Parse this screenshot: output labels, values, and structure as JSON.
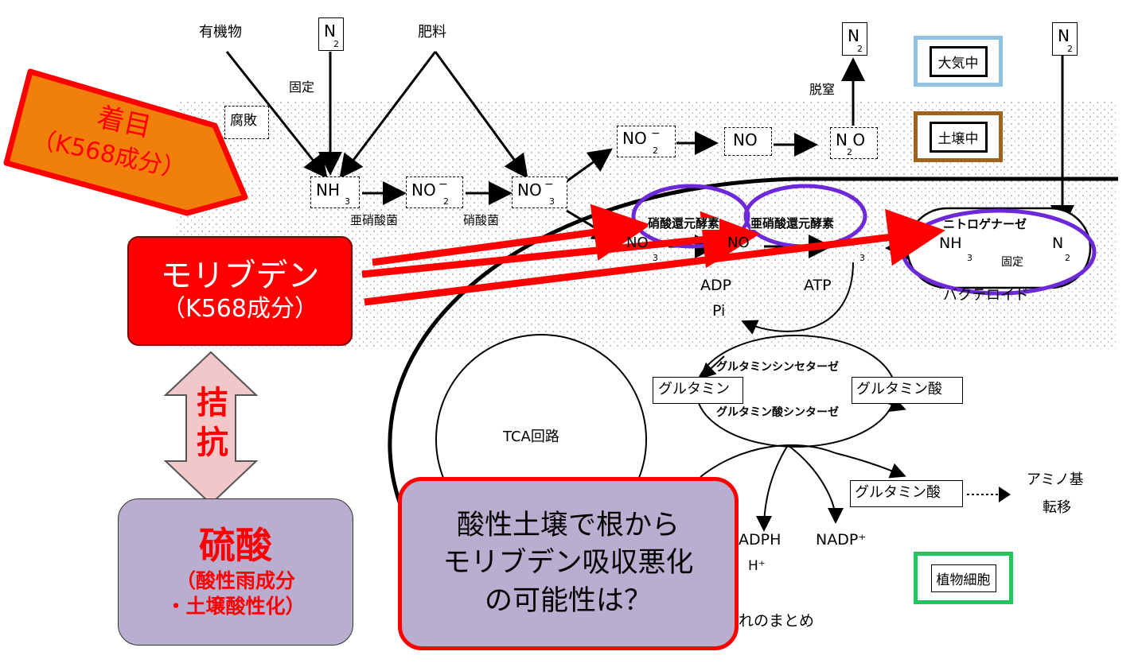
{
  "top": {
    "organic": "有機物",
    "fertilizer": "肥料",
    "fixation": "固定",
    "denitrification": "脱窒",
    "decay": "腐敗"
  },
  "species": {
    "n2": "N",
    "n2_sub": "2",
    "nh3": "NH",
    "nh3_sub": "3",
    "no2": "NO",
    "no2_sub": "2",
    "no3": "NO",
    "no3_sub": "3",
    "no": "NO",
    "n2o": "N O",
    "n2o_sub": "2",
    "minus": "−"
  },
  "bacteria": {
    "nitrite": "亜硝酸菌",
    "nitrate": "硝酸菌"
  },
  "enzymes": {
    "nitrate_reductase": "硝酸還元酵素",
    "nitrite_reductase": "亜硝酸還元酵素",
    "nitrogenase": "ニトロゲナーゼ",
    "bacteroid": "バクテロイド",
    "fixation": "固定"
  },
  "legend": {
    "atmosphere": "大気中",
    "atmosphere_color": "#8fc2e3",
    "soil": "土壌中",
    "soil_color": "#a0621d",
    "plant_cell": "植物細胞",
    "plant_cell_color": "#22c55e"
  },
  "cell": {
    "adp": "ADP",
    "pi": "Pi",
    "atp": "ATP",
    "gs": "グルタミンシンセターゼ",
    "gogat": "グルタミン酸シンターゼ",
    "glutamine": "グルタミン",
    "glutamate": "グルタミン酸",
    "glutamate2": "グルタミン酸",
    "tca": "TCA回路",
    "nadph": "ADPH",
    "hplus": "H⁺",
    "nadp": "NADP⁺",
    "amino": "アミノ基",
    "transfer": "転移",
    "caption": "れのまとめ"
  },
  "callouts": {
    "focus_line1": "着目",
    "focus_line2": "（K568成分）",
    "moly_line1": "モリブデン",
    "moly_line2": "（K568成分）",
    "antagonism_1": "拮",
    "antagonism_2": "抗",
    "sulfuric_title": "硫酸",
    "sulfuric_line1": "（酸性雨成分",
    "sulfuric_line2": "・土壌酸性化）",
    "question_line1": "酸性土壌で根から",
    "question_line2": "モリブデン吸収悪化",
    "question_line3": "の可能性は？",
    "red": "#ff0000",
    "orange": "#f07f0c",
    "purple_fill": "#b9aed0",
    "ellipse_color": "#6d28d9"
  }
}
